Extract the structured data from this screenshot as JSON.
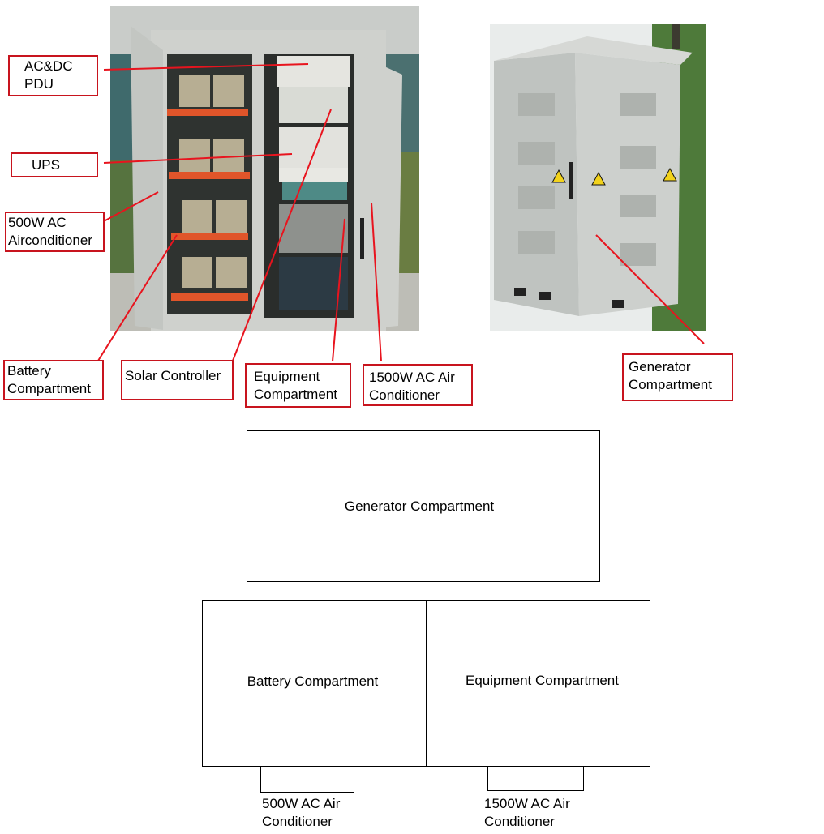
{
  "colors": {
    "annotation_red": "#c8141e",
    "cabinet_grey": "#c9cbc7",
    "shelf_orange": "#e0552a",
    "battery_beige": "#b7ae93",
    "foliage_green": "#4e7a3a"
  },
  "photo_left": {
    "description": "open outdoor telecom cabinet photo",
    "labels": {
      "ac_dc_pdu": "AC&DC\nPDU",
      "ups": "UPS",
      "ac_500w": "500W AC\nAirconditioner",
      "battery_compartment": "Battery\nCompartment",
      "solar_controller": "Solar Controller",
      "equipment_compartment": "Equipment\nCompartment",
      "ac_1500w": "1500W AC Air\nConditioner"
    }
  },
  "photo_right": {
    "description": "closed generator cabinet photo",
    "labels": {
      "generator_compartment": "Generator\nCompartment"
    }
  },
  "diagram": {
    "generator": "Generator Compartment",
    "battery": "Battery Compartment",
    "equipment": "Equipment Compartment",
    "ac_500w_caption": "500W AC Air\nConditioner",
    "ac_1500w_caption": "1500W AC Air\nConditioner"
  }
}
